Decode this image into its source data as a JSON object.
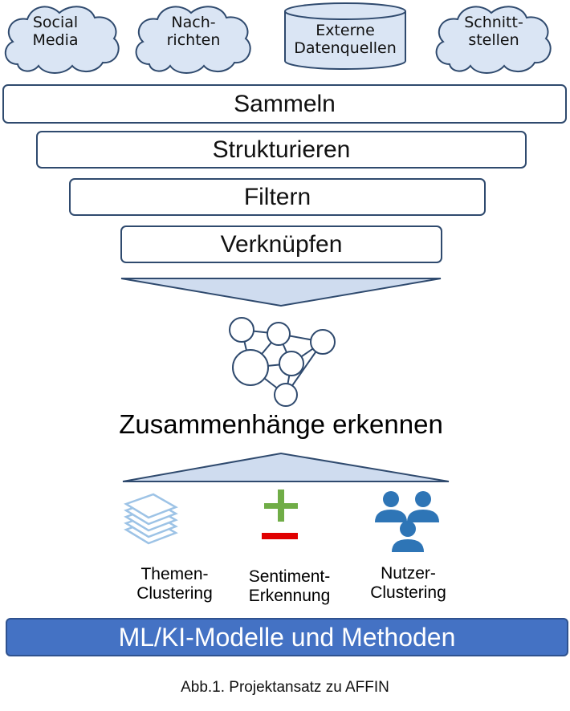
{
  "sources": [
    {
      "name": "social-media",
      "line1": "Social",
      "line2": "Media",
      "shape": "cloud"
    },
    {
      "name": "nachrichten",
      "line1": "Nach-",
      "line2": "richten",
      "shape": "cloud"
    },
    {
      "name": "externe-datenquellen",
      "line1": "Externe",
      "line2": "Datenquellen",
      "shape": "database"
    },
    {
      "name": "schnittstellen",
      "line1": "Schnitt-",
      "line2": "stellen",
      "shape": "cloud"
    }
  ],
  "stages": [
    "Sammeln",
    "Strukturieren",
    "Filtern",
    "Verknüpfen"
  ],
  "result": "Zusammenhänge erkennen",
  "methods": [
    {
      "name": "themen-clustering",
      "icon": "stacked-layers-icon",
      "line1": "Themen-",
      "line2": "Clustering"
    },
    {
      "name": "sentiment-erkennung",
      "icon": "plus-minus-icon",
      "line1": "Sentiment-",
      "line2": "Erkennung"
    },
    {
      "name": "nutzer-clustering",
      "icon": "user-group-icon",
      "line1": "Nutzer-",
      "line2": "Clustering"
    }
  ],
  "models_label": "ML/KI-Modelle und Methoden",
  "caption": "Abb.1. Projektansatz zu AFFIN",
  "colors": {
    "cloud_fill": "#dae5f4",
    "cloud_stroke": "#2f4a6e",
    "funnel_fill": "#cfdcef",
    "stage_border": "#2f4a6e",
    "models_fill": "#4472c4",
    "network_stroke": "#2f4a6e",
    "layers_icon": "#9dc3e6",
    "plus": "#70ad47",
    "minus": "#e00000",
    "users_icon": "#2e75b6"
  }
}
